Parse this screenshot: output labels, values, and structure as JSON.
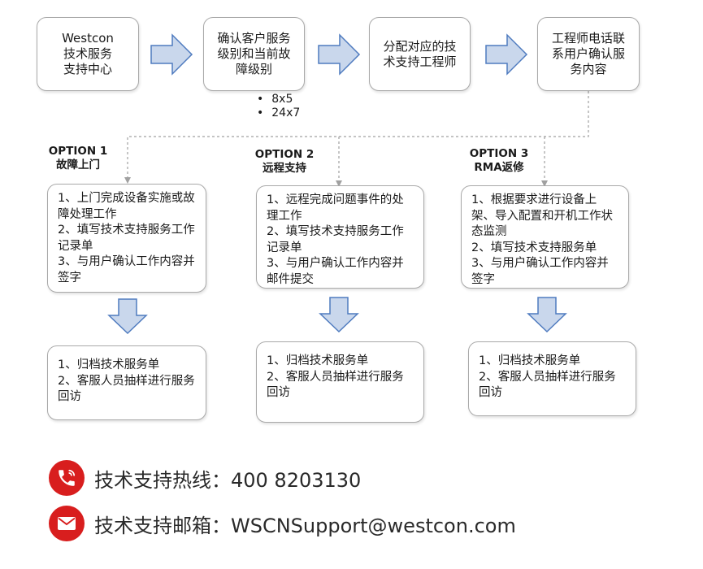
{
  "flow": {
    "steps": [
      "Westcon\n技术服务\n支持中心",
      "确认客户服务\n级别和当前故\n障级别",
      "分配对应的技\n术支持工程师",
      "工程师电话联\n系用户确认服\n务内容"
    ],
    "sla_levels": [
      "8x5",
      "24x7"
    ]
  },
  "options": [
    {
      "title": "OPTION 1",
      "subtitle": "故障上门",
      "steps": [
        "1、上门完成设备实施或故障处理工作",
        "2、填写技术支持服务工作记录单",
        "3、与用户确认工作内容并签字"
      ],
      "followup": [
        "1、归档技术服务单",
        "2、客服人员抽样进行服务回访"
      ]
    },
    {
      "title": "OPTION 2",
      "subtitle": "远程支持",
      "steps": [
        "1、远程完成问题事件的处理工作",
        "2、填写技术支持服务工作记录单",
        "3、与用户确认工作内容并邮件提交"
      ],
      "followup": [
        "1、归档技术服务单",
        "2、客服人员抽样进行服务回访"
      ]
    },
    {
      "title": "OPTION 3",
      "subtitle": "RMA返修",
      "steps": [
        "1、根据要求进行设备上架、导入配置和开机工作状态监测",
        "2、填写技术支持服务单",
        "3、与用户确认工作内容并签字"
      ],
      "followup": [
        "1、归档技术服务单",
        "2、客服人员抽样进行服务回访"
      ]
    }
  ],
  "contact": {
    "hotline": "技术支持热线：400 8203130",
    "email": "技术支持邮箱：WSCNSupport@westcon.com",
    "hotline_icon": "phone-icon",
    "email_icon": "mail-icon",
    "icon_color": "#d81e1e"
  },
  "colors": {
    "arrow_fill": "#c9d7ec",
    "arrow_stroke": "#4f7bbf",
    "box_border": "#a9a9a9",
    "dashed_line": "#a0a0a0"
  }
}
